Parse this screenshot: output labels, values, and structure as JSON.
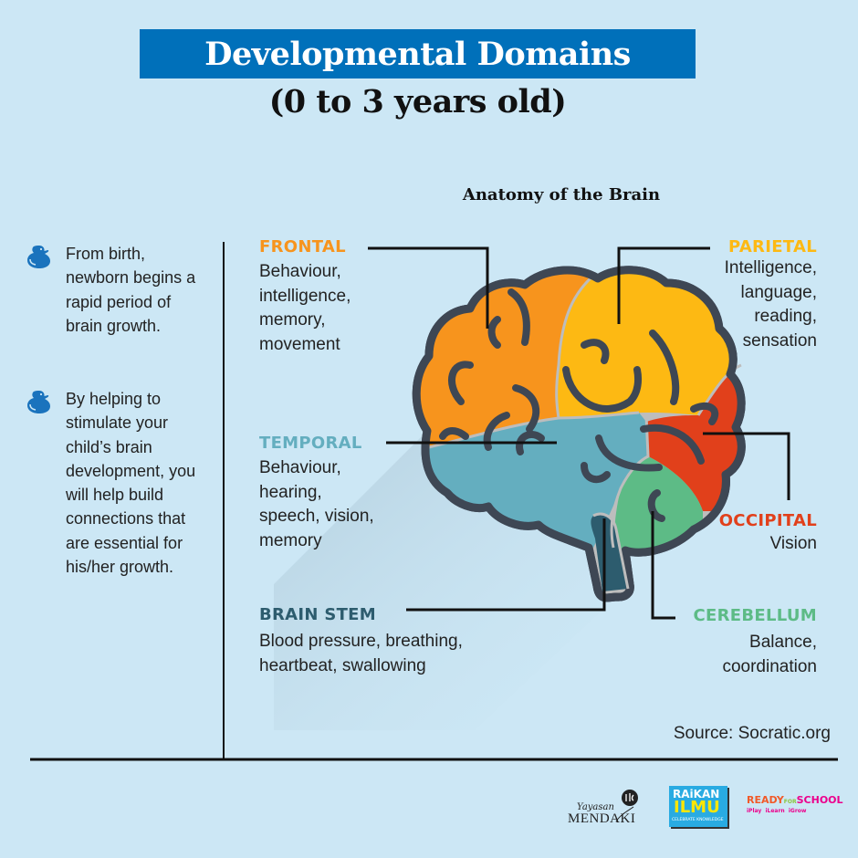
{
  "header": {
    "title": "Developmental Domains",
    "subtitle": "(0 to 3 years old)",
    "title_bg_color": "#0070BA"
  },
  "diagram_title": "Anatomy of the Brain",
  "left_panel": {
    "icon": "duck-icon",
    "items": [
      {
        "text": "From birth, newborn begins a rapid period of brain growth."
      },
      {
        "text": "By helping to stimulate your child’s brain development, you will help build connections that are essential for his/her growth."
      }
    ]
  },
  "lobes": {
    "frontal": {
      "name": "FRONTAL",
      "desc": "Behaviour,\nintelligence,\nmemory,\nmovement",
      "color": "#F7941D"
    },
    "parietal": {
      "name": "PARIETAL",
      "desc": "Intelligence,\nlanguage,\nreading,\nsensation",
      "color": "#FDB913"
    },
    "temporal": {
      "name": "TEMPORAL",
      "desc": "Behaviour,\nhearing,\nspeech, vision,\nmemory",
      "color": "#64AEBF"
    },
    "occipital": {
      "name": "OCCIPITAL",
      "desc": "Vision",
      "color": "#E1401B"
    },
    "brain_stem": {
      "name": "BRAIN STEM",
      "desc": "Blood pressure, breathing,\nheartbeat, swallowing",
      "color": "#2D5C6E"
    },
    "cerebellum": {
      "name": "CEREBELLUM",
      "desc": "Balance,\ncoordination",
      "color": "#5DBB86"
    }
  },
  "source": "Source: Socratic.org",
  "logos": [
    {
      "name": "Yayasan MENDAKI",
      "line1": "Yayasan",
      "line2": "MENDAKI"
    },
    {
      "name": "Raikan Ilmu",
      "line1": "RAiKAN",
      "line2": "ILMU",
      "line3": "CELEBRATE KNOWLEDGE"
    },
    {
      "name": "Ready for School",
      "line1": "READY",
      "line1b": "FOR",
      "line1c": "SCHOOL",
      "line2": "iPlay  iLearn  iGrow"
    }
  ]
}
